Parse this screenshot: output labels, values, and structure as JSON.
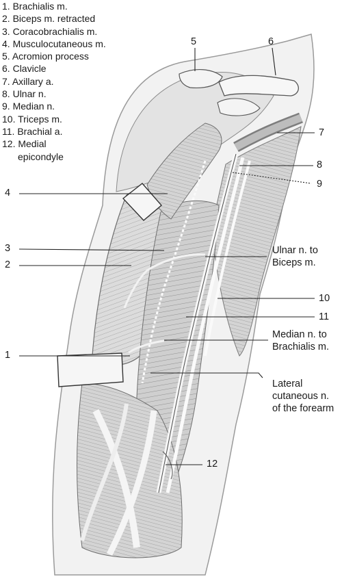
{
  "legend": [
    {
      "num": "1.",
      "text": "Brachialis m."
    },
    {
      "num": "2.",
      "text": "Biceps m. retracted"
    },
    {
      "num": "3.",
      "text": "Coracobrachialis m."
    },
    {
      "num": "4.",
      "text": "Musculocutaneous m."
    },
    {
      "num": "5.",
      "text": "Acromion process"
    },
    {
      "num": "6.",
      "text": "Clavicle"
    },
    {
      "num": "7.",
      "text": "Axillary a."
    },
    {
      "num": "8.",
      "text": "Ulnar n."
    },
    {
      "num": "9.",
      "text": "Median n."
    },
    {
      "num": "10.",
      "text": "Triceps m."
    },
    {
      "num": "11.",
      "text": "Brachial a."
    },
    {
      "num": "12.",
      "text": "Medial",
      "cont": "epicondyle"
    }
  ],
  "callouts": {
    "n1": "1",
    "n2": "2",
    "n3": "3",
    "n4": "4",
    "n5": "5",
    "n6": "6",
    "n7": "7",
    "n8": "8",
    "n9": "9",
    "n10": "10",
    "n11": "11",
    "n12": "12",
    "ulnar_to_biceps_l1": "Ulnar n. to",
    "ulnar_to_biceps_l2": "Biceps m.",
    "median_to_brachialis_l1": "Median n. to",
    "median_to_brachialis_l2": "Brachialis m.",
    "lat_cut_l1": "Lateral",
    "lat_cut_l2": "cutaneous n.",
    "lat_cut_l3": "of the forearm"
  },
  "colors": {
    "line": "#222222",
    "muscle_fill": "#d9d9d9",
    "muscle_dark": "#bdbdbd",
    "tendon": "#f4f4f4",
    "outline": "#8a8a8a"
  }
}
